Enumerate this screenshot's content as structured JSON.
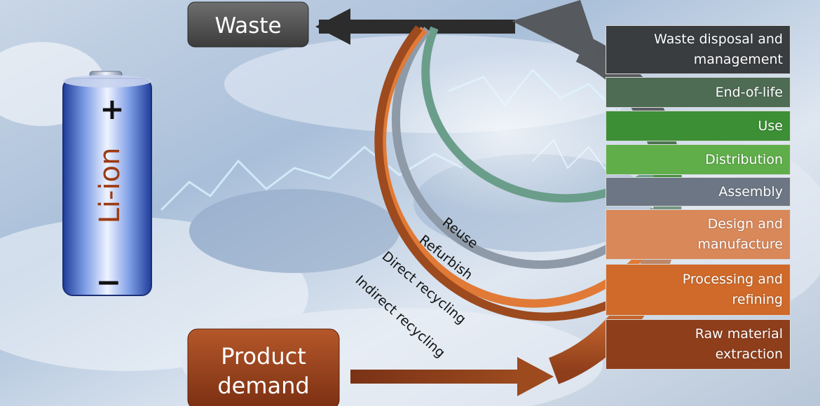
{
  "battery": {
    "label": "Li-ion",
    "plus": "+",
    "minus": "−"
  },
  "waste_label": "Waste",
  "demand_label": "Product\ndemand",
  "loops": [
    {
      "label": "Reuse",
      "color": "#6a9e8a"
    },
    {
      "label": "Refurbish",
      "color": "#8e9aa8"
    },
    {
      "label": "Direct recycling",
      "color": "#e07a36"
    },
    {
      "label": "Indirect recycling",
      "color": "#9c4a1e"
    }
  ],
  "stages": [
    {
      "label": "Waste disposal and\nmanagement",
      "color": "#3a3d40"
    },
    {
      "label": "End-of-life",
      "color": "#4e6b54"
    },
    {
      "label": "Use",
      "color": "#3d8f36"
    },
    {
      "label": "Distribution",
      "color": "#5fae4a"
    },
    {
      "label": "Assembly",
      "color": "#6c7684"
    },
    {
      "label": "Design and\nmanufacture",
      "color": "#d9885a"
    },
    {
      "label": "Processing and\nrefining",
      "color": "#cf6a2b"
    },
    {
      "label": "Raw material\nextraction",
      "color": "#8e3e1b"
    }
  ]
}
